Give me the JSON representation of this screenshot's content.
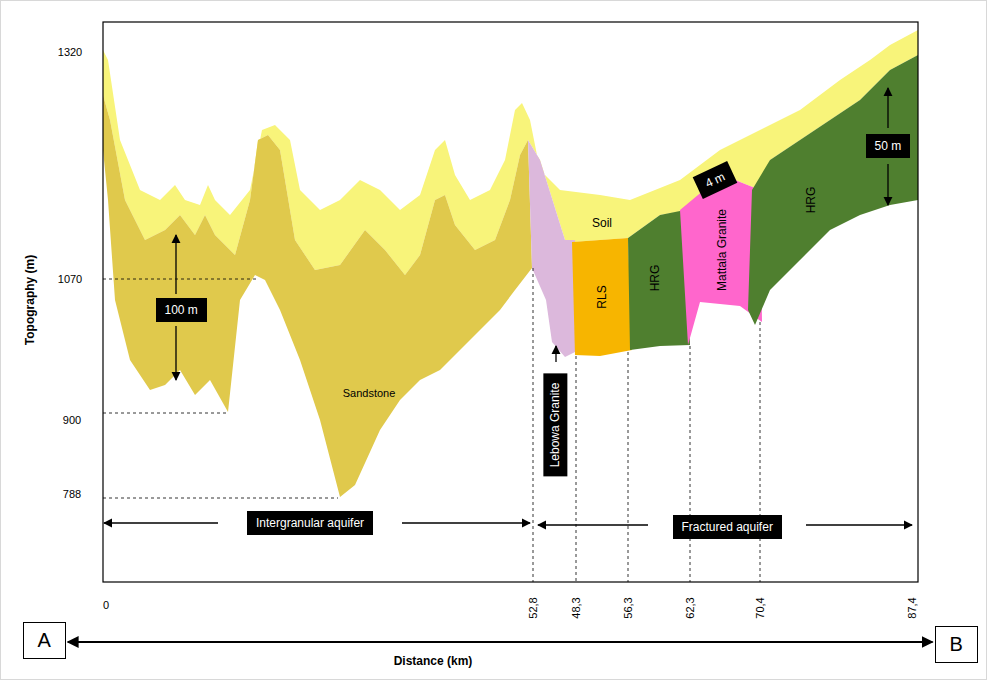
{
  "diagram": {
    "nodes": [
      {
        "text": [
          "100 m"
        ]
      },
      {
        "text": [
          "4 m"
        ]
      },
      {
        "text": [
          "50 m"
        ]
      },
      {
        "text": [
          "Lebowa Granite"
        ]
      },
      {
        "text": [
          "Intergranular aquifer"
        ]
      },
      {
        "text": [
          "Fractured aquifer"
        ]
      },
      {
        "text": [
          "A"
        ]
      },
      {
        "text": [
          "B"
        ]
      }
    ],
    "edges": [
      {
        "from": 6,
        "to": 7,
        "arrow": "both"
      }
    ],
    "labels": [
      "1320",
      "1070",
      "900",
      "788",
      "Topography (m)",
      "Sandstone",
      "Soil",
      "RLS",
      "HRG",
      "Mattala Granite",
      "HRG",
      "0",
      "52,8",
      "48,3",
      "56,3",
      "62,3",
      "70,4",
      "87,4",
      "Distance (km)"
    ]
  }
}
